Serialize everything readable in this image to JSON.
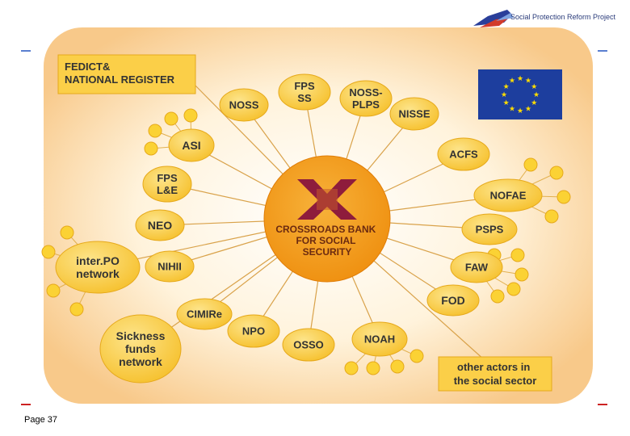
{
  "header": {
    "project_name": "Social Protection Reform Project"
  },
  "footer": {
    "page_label": "Page 37"
  },
  "colors": {
    "accent_dash": "#5a7fd0",
    "footer_dash": "#cc2222",
    "background": "#fde7c4",
    "center_fill": "#f39a17",
    "node_fill": "#fbcf48",
    "node_stroke": "#e6a91b",
    "eu_blue": "#1d3e9e",
    "eu_star": "#ffdd00"
  },
  "diagram": {
    "center_label_lines": [
      "CROSSROADS BANK",
      "FOR SOCIAL",
      "SECURITY"
    ],
    "corner_box_top_left": [
      "FEDICT&",
      "NATIONAL REGISTER"
    ],
    "corner_box_bottom_right": [
      "other actors in",
      "the social sector"
    ],
    "nodes": {
      "noss": [
        "NOSS"
      ],
      "fps_ss": [
        "FPS",
        "SS"
      ],
      "noss_plps": [
        "NOSS-",
        "PLPS"
      ],
      "nisse": [
        "NISSE"
      ],
      "asi": [
        "ASI"
      ],
      "acfs": [
        "ACFS"
      ],
      "fps_le": [
        "FPS",
        "L&E"
      ],
      "nofae": [
        "NOFAE"
      ],
      "neo": [
        "NEO"
      ],
      "psps": [
        "PSPS"
      ],
      "interpo": [
        "inter.PO",
        "network"
      ],
      "nihii": [
        "NIHII"
      ],
      "faw": [
        "FAW"
      ],
      "fod": [
        "FOD"
      ],
      "cimire": [
        "CIMIRe"
      ],
      "npo": [
        "NPO"
      ],
      "osso": [
        "OSSO"
      ],
      "noah": [
        "NOAH"
      ],
      "sickness": [
        "Sickness",
        "funds",
        "network"
      ]
    }
  }
}
